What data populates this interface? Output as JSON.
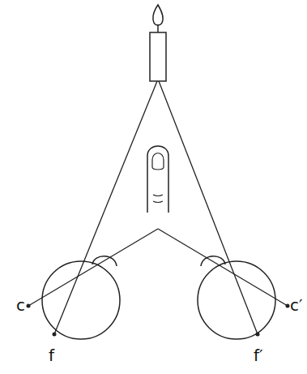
{
  "diagram": {
    "labels": [
      "c",
      "f",
      "c′",
      "f′"
    ]
  }
}
